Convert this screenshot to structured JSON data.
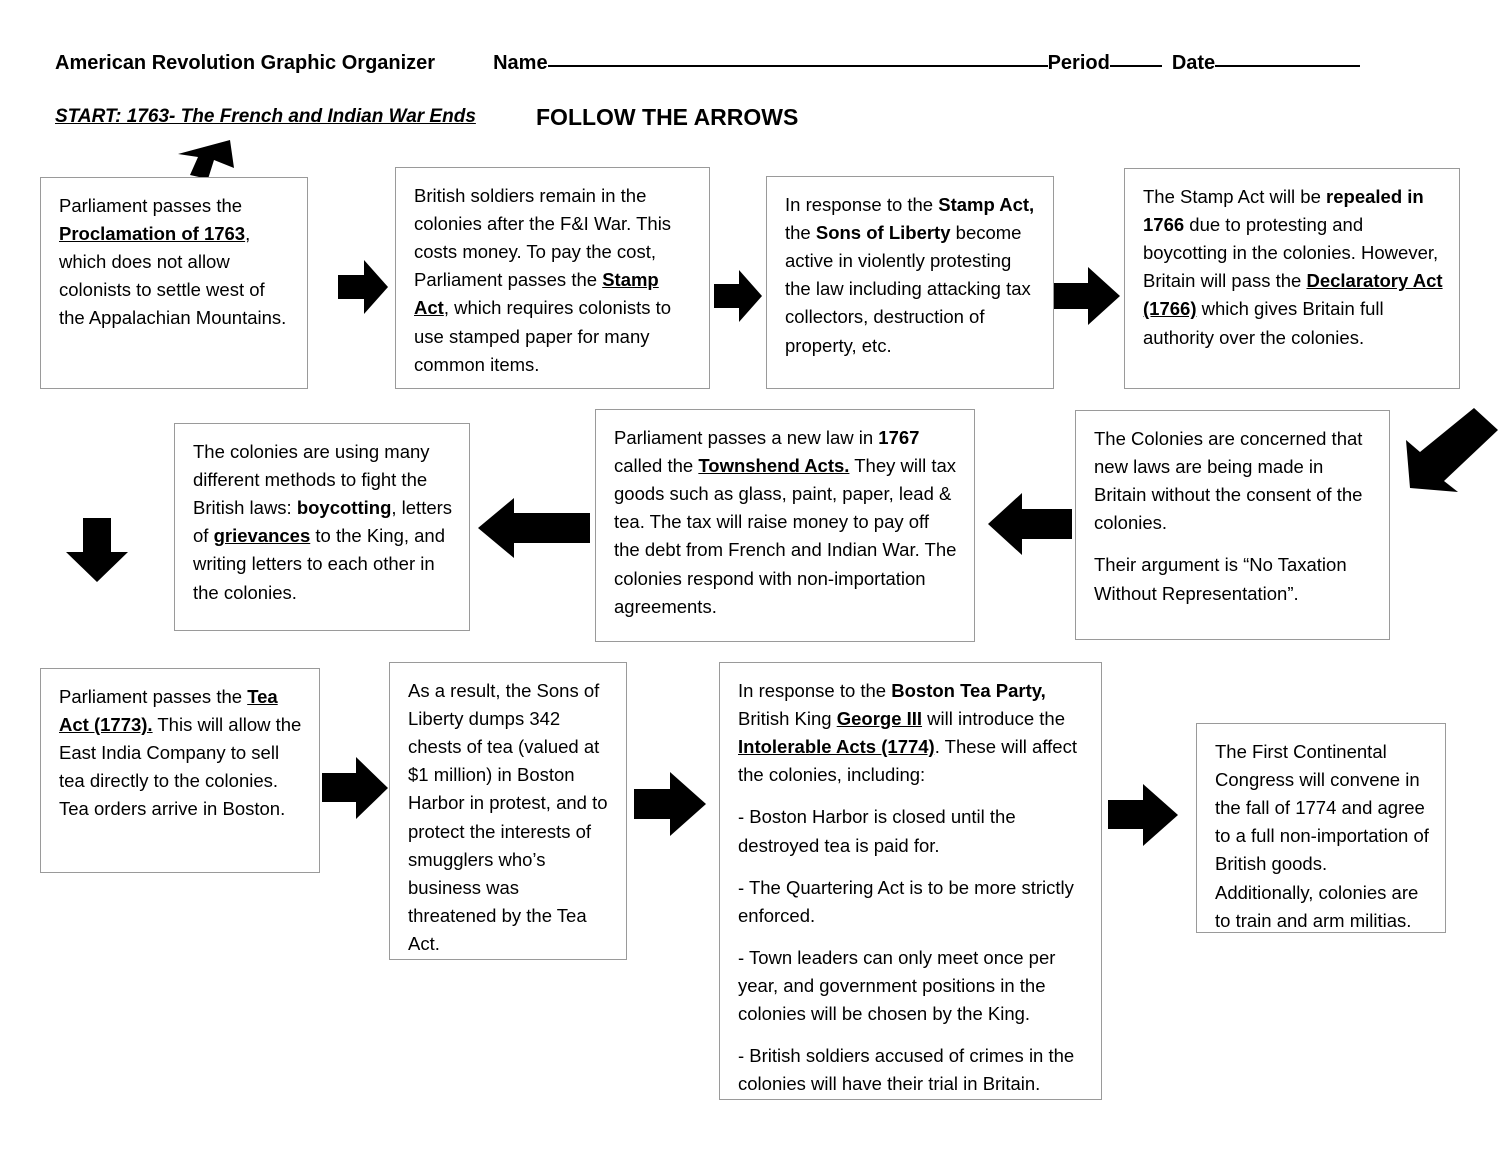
{
  "header": {
    "title": "American Revolution Graphic Organizer",
    "name_label": "Name",
    "period_label": "Period",
    "date_label": "Date"
  },
  "subheader": {
    "start_label": "START: 1763- The French and Indian War Ends",
    "follow_arrows": "FOLLOW THE ARROWS"
  },
  "boxes": {
    "proclamation": {
      "p1_a": "Parliament passes the ",
      "p1_b": "Proclamation of 1763",
      "p1_c": ", which does not allow colonists to settle west of the Appalachian Mountains."
    },
    "stamp_act": {
      "p1_a": "British soldiers remain in the colonies after the F&I War. This costs money. To pay the cost, Parliament passes the ",
      "p1_b": "Stamp Act",
      "p1_c": ", which requires colonists to use stamped paper for many common items."
    },
    "sons_of_liberty": {
      "p1_a": "In response to the ",
      "p1_b": "Stamp Act,",
      "p1_c": " the ",
      "p1_d": "Sons of Liberty",
      "p1_e": " become active in violently protesting the law including attacking tax collectors, destruction of property, etc."
    },
    "repeal": {
      "p1_a": "The Stamp Act will be ",
      "p1_b": "repealed in 1766",
      "p1_c": " due to protesting and boycotting in the colonies. However, Britain will pass the ",
      "p1_d": "Declaratory Act (1766)",
      "p1_e": " which gives Britain full authority over the colonies."
    },
    "no_taxation": {
      "p1": "The Colonies are concerned that new laws are being made in Britain without the consent of the colonies.",
      "p2": "Their argument is “No Taxation Without Representation”."
    },
    "townshend": {
      "p1_a": "Parliament passes a new law in ",
      "p1_b": "1767",
      "p1_c": " called the ",
      "p1_d": "Townshend Acts.",
      "p1_e": " They will tax goods such as glass, paint, paper, lead & tea. The tax will raise money to pay off the debt from French and Indian War. The colonies respond with non-importation agreements."
    },
    "methods": {
      "p1_a": "The colonies are using many different methods to fight the British laws: ",
      "p1_b": "boycotting",
      "p1_c": ", letters of ",
      "p1_d": "grievances",
      "p1_e": " to the King, and writing letters to each other in the colonies."
    },
    "tea_act": {
      "p1_a": "Parliament passes the ",
      "p1_b": "Tea Act (1773).",
      "p1_c": " This will allow the East India Company to sell tea directly to the colonies. Tea orders arrive in Boston."
    },
    "tea_party": {
      "p1": "As a result, the Sons of Liberty dumps 342 chests of tea (valued at $1 million) in Boston Harbor in protest, and to protect the interests of smugglers who’s business was threatened by the Tea Act."
    },
    "intolerable": {
      "p1_a": "In response to the ",
      "p1_b": "Boston Tea Party,",
      "p1_c": " British King ",
      "p1_d": "George III",
      "p1_e": " will introduce the ",
      "p1_f": "Intolerable Acts (1774)",
      "p1_g": ". These will affect the colonies, including:",
      "p2": "- Boston Harbor is closed until the destroyed tea is paid for.",
      "p3": "- The Quartering Act is to be more strictly enforced.",
      "p4": "- Town leaders can only meet once per year, and government positions in the colonies will be chosen by the King.",
      "p5": "- British soldiers accused of crimes in the colonies will have their trial in Britain."
    },
    "continental_congress": {
      "p1": "The First Continental Congress will convene in the fall of 1774 and agree to a full non-importation of British goods. Additionally, colonies are to train and arm militias."
    }
  },
  "arrows": [
    {
      "name": "arrow-down-left-start",
      "direction": "down-left"
    },
    {
      "name": "arrow-right-proclamation-stamp",
      "direction": "right"
    },
    {
      "name": "arrow-right-stamp-sons",
      "direction": "right"
    },
    {
      "name": "arrow-right-sons-repeal",
      "direction": "right"
    },
    {
      "name": "arrow-down-left-repeal-colonies",
      "direction": "down-left"
    },
    {
      "name": "arrow-left-colonies-townshend",
      "direction": "left"
    },
    {
      "name": "arrow-left-townshend-methods",
      "direction": "left"
    },
    {
      "name": "arrow-down-methods-teaact",
      "direction": "down"
    },
    {
      "name": "arrow-right-teaact-teaparty",
      "direction": "right"
    },
    {
      "name": "arrow-right-teaparty-intolerable",
      "direction": "right"
    },
    {
      "name": "arrow-right-intolerable-congress",
      "direction": "right"
    }
  ],
  "colors": {
    "ink": "#000000",
    "box_border": "#9a9a9a",
    "page_background": "#ffffff"
  }
}
